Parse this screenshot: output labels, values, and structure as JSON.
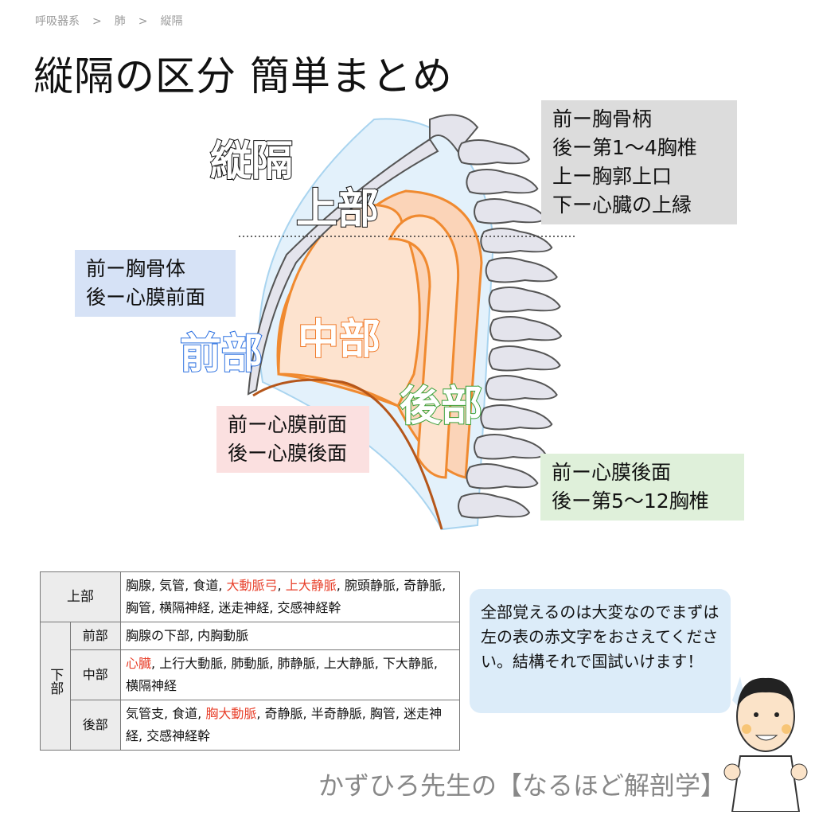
{
  "breadcrumb": [
    "呼吸器系",
    "肺",
    "縦隔"
  ],
  "breadcrumb_separator": ">",
  "title": "縦隔の区分 簡単まとめ",
  "diagram": {
    "label_mediastinum": "縦隔",
    "label_superior": "上部",
    "label_anterior": "前部",
    "label_middle": "中部",
    "label_posterior": "後部",
    "superior_box": [
      "前ー胸骨柄",
      "後ー第1〜4胸椎",
      "上ー胸郭上口",
      "下ー心臓の上縁"
    ],
    "anterior_box": [
      "前ー胸骨体",
      "後ー心膜前面"
    ],
    "middle_box": [
      "前ー心膜前面",
      "後ー心膜後面"
    ],
    "posterior_box": [
      "前ー心膜後面",
      "後ー第5〜12胸椎"
    ],
    "colors": {
      "anterior": "#2a6fe0",
      "middle": "#f07a2a",
      "posterior": "#3aa03a",
      "superior_box": "#dcdcdc",
      "anterior_box": "#d6e2f6",
      "middle_box": "#fbe0e0",
      "posterior_box": "#dff0da"
    }
  },
  "table": {
    "superior": {
      "label": "上部",
      "content": [
        {
          "t": "胸腺, 気管, 食道, "
        },
        {
          "t": "大動脈弓",
          "red": true
        },
        {
          "t": ", "
        },
        {
          "t": "上大静脈",
          "red": true
        },
        {
          "t": ", 腕頭静脈, 奇静脈, 胸管, 横隔神経, 迷走神経, 交感神経幹"
        }
      ]
    },
    "inferior_label": "下部",
    "rows": [
      {
        "label": "前部",
        "content": [
          {
            "t": "胸腺の下部, 内胸動脈"
          }
        ]
      },
      {
        "label": "中部",
        "content": [
          {
            "t": "心臓",
            "red": true
          },
          {
            "t": ", 上行大動脈, 肺動脈, 肺静脈, 上大静脈, 下大静脈, 横隔神経"
          }
        ]
      },
      {
        "label": "後部",
        "content": [
          {
            "t": "気管支, 食道, "
          },
          {
            "t": "胸大動脈",
            "red": true
          },
          {
            "t": ", 奇静脈, 半奇静脈, 胸管, 迷走神経, 交感神経幹"
          }
        ]
      }
    ]
  },
  "bubble_text": "全部覚えるのは大変なのでまずは左の表の赤文字をおさえてください。結構それで国試いけます！",
  "footer": "かずひろ先生の【なるほど解剖学】"
}
